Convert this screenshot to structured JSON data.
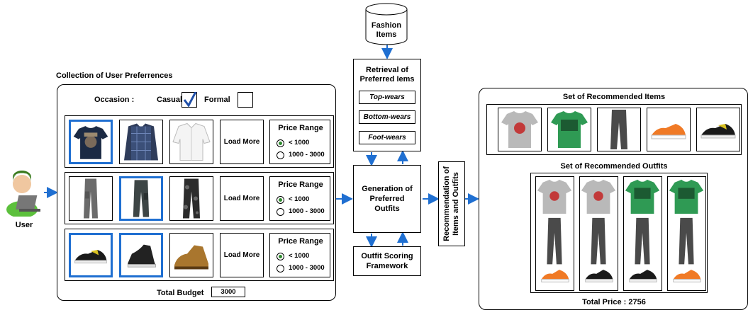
{
  "db": {
    "label_line1": "Fashion",
    "label_line2": "Items"
  },
  "user": {
    "label": "User"
  },
  "collection": {
    "title": "Collection of User Preferrences",
    "occasion_label": "Occasion :",
    "casual": "Casual",
    "formal": "Formal",
    "load_more": "Load More",
    "price_range": "Price Range",
    "opt1": "< 1000",
    "opt2": "1000 - 3000",
    "budget_label": "Total Budget",
    "budget_value": "3000"
  },
  "retrieval": {
    "title_line1": "Retrieval of",
    "title_line2": "Preferred Iems",
    "topwear": "Top-wears",
    "bottomwear": "Bottom-wears",
    "footwear": "Foot-wears"
  },
  "generation": {
    "line1": "Generation of",
    "line2": "Preferred",
    "line3": "Outfits"
  },
  "scoring": {
    "line1": "Outfit Scoring",
    "line2": "Framework"
  },
  "recbox": {
    "line1": "Recommendation of",
    "line2": "Items and Outfits"
  },
  "results": {
    "items_title": "Set of Recommended Items",
    "outfits_title": "Set of Recommended Outfits",
    "total_price": "Total Price : 2756"
  }
}
